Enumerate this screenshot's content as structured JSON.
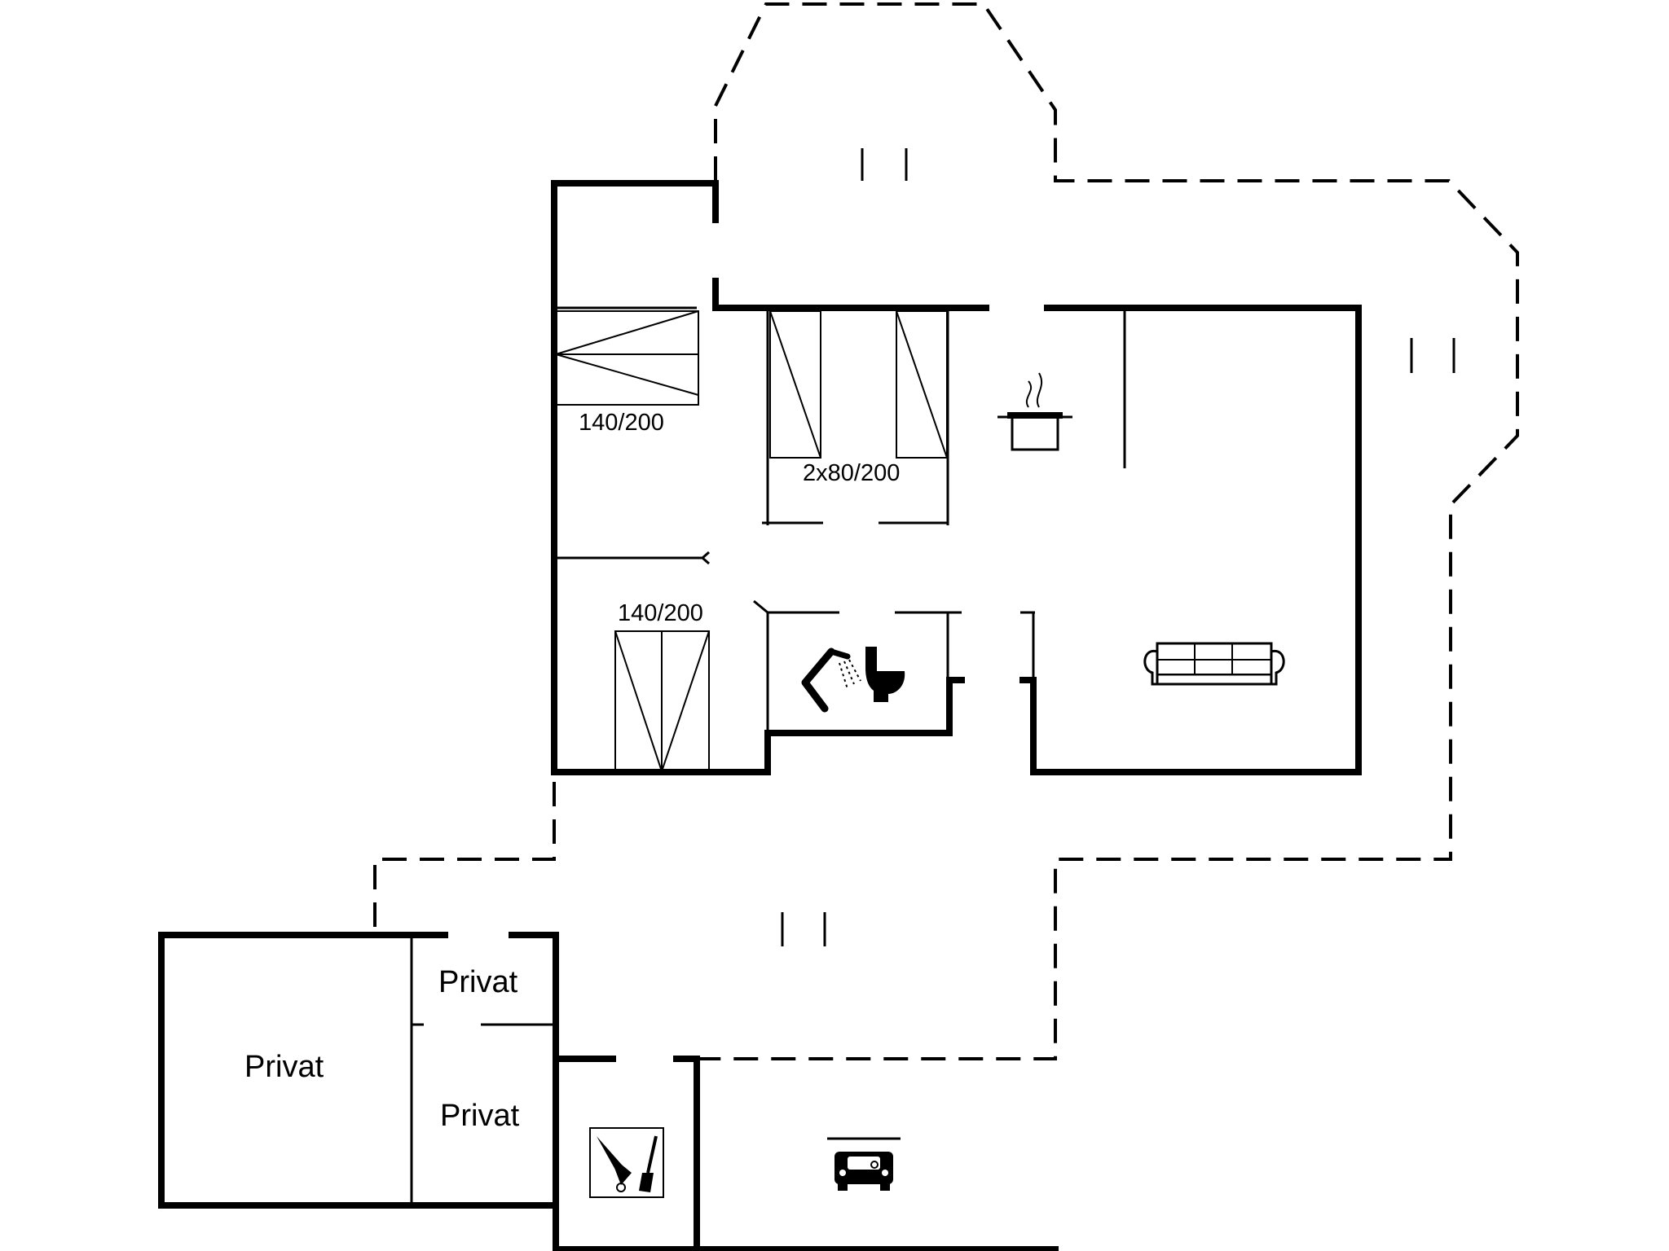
{
  "labels": {
    "bed_top_left": "140/200",
    "bed_twin": "2x80/200",
    "bed_bottom_left": "140/200",
    "privat_upper": "Privat",
    "privat_large": "Privat",
    "privat_lower": "Privat"
  },
  "icons": [
    "cooking-pot-icon",
    "sofa-icon",
    "shower-icon",
    "toilet-icon",
    "cleaning-tools-icon",
    "car-icon"
  ],
  "colors": {
    "line": "#000000",
    "background": "#ffffff"
  }
}
